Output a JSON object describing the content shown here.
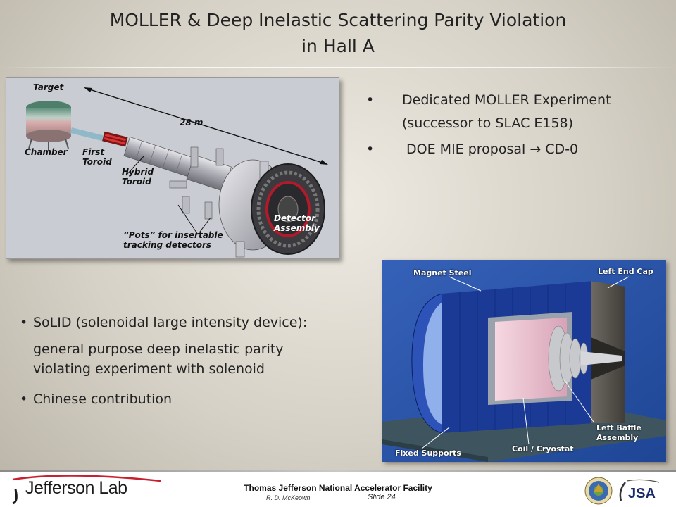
{
  "title": {
    "line1": "MOLLER & Deep Inelastic Scattering Parity Violation",
    "line2": "in Hall A"
  },
  "moller_figure": {
    "labels": {
      "target": "Target",
      "chamber": "Chamber",
      "first_toroid_1": "First",
      "first_toroid_2": "Toroid",
      "hybrid_toroid_1": "Hybrid",
      "hybrid_toroid_2": "Toroid",
      "length": "28 m",
      "pots_1": "“Pots” for insertable",
      "pots_2": "tracking detectors",
      "detector_1": "Detector",
      "detector_2": "Assembly"
    }
  },
  "top_bullets": {
    "item1_line1": "Dedicated MOLLER Experiment",
    "item1_line2": "(successor to SLAC E158)",
    "item2": " DOE MIE proposal → CD-0"
  },
  "low_bullets": {
    "item1_line1": "SoLID (solenoidal large intensity device):",
    "item1_line2": "general purpose deep inelastic parity violating experiment with solenoid",
    "item2": "Chinese contribution"
  },
  "solid_figure": {
    "labels": {
      "magnet_steel": "Magnet Steel",
      "left_end_cap": "Left End Cap",
      "left_baffle_1": "Left Baffle",
      "left_baffle_2": "Assembly",
      "fixed_supports": "Fixed Supports",
      "coil_cryostat": "Coil / Cryostat"
    }
  },
  "footer": {
    "logo_text": "Jefferson Lab",
    "facility": "Thomas Jefferson National Accelerator Facility",
    "author": "R. D. McKeown",
    "slide": "Slide 24"
  },
  "colors": {
    "solid_background": "#2a52a4",
    "magnet_blue": "#1d3f9c",
    "coil_pink": "#f1c9d6",
    "jlab_red": "#c8202f"
  }
}
